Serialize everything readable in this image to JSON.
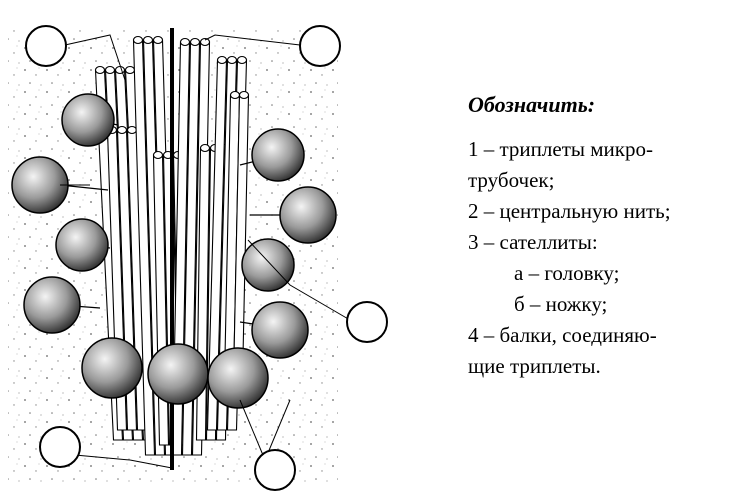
{
  "legend": {
    "title": "Обозначить:",
    "lines": [
      "1 – триплеты микро-",
      "трубочек;",
      "2 – центральную нить;",
      "3 – сателлиты:",
      "а – головку;",
      "б – ножку;",
      "4 – балки, соединяю-",
      "щие триплеты."
    ]
  },
  "diagram": {
    "label_circles": [
      "",
      "",
      "",
      "",
      ""
    ]
  }
}
